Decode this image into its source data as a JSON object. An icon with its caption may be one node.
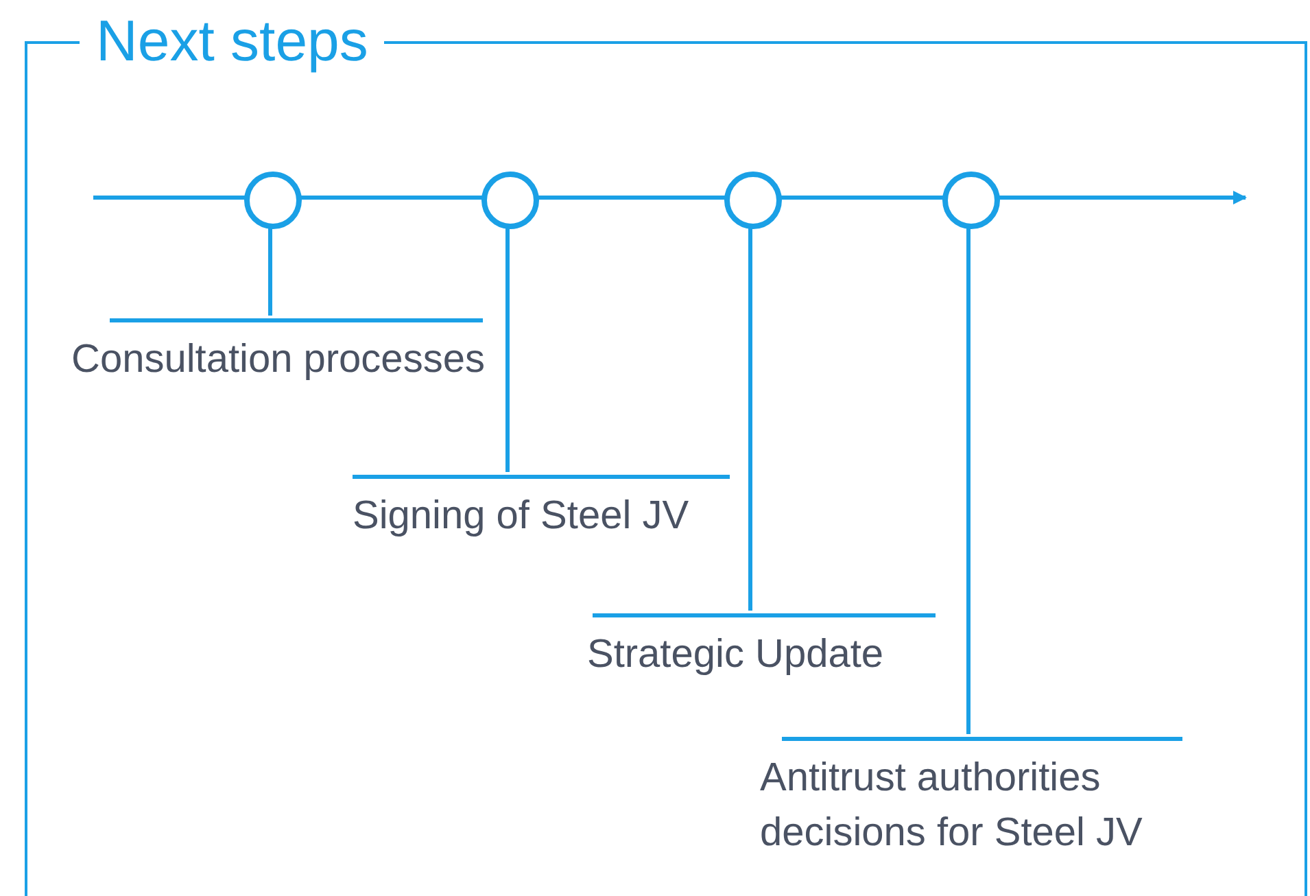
{
  "diagram": {
    "nodes": [
      {
        "text": [
          "Next steps"
        ]
      },
      {
        "text": [],
        "shape": "circle",
        "in": 0
      },
      {
        "text": [],
        "shape": "circle",
        "in": 0
      },
      {
        "text": [],
        "shape": "circle",
        "in": 0
      },
      {
        "text": [],
        "shape": "circle",
        "in": 0
      },
      {
        "text": [
          "Consultation processes"
        ],
        "in": 0
      },
      {
        "text": [
          "Signing of Steel JV"
        ],
        "in": 0
      },
      {
        "text": [
          "Strategic Update"
        ],
        "in": 0
      },
      {
        "text": [
          "Antitrust authorities decisions for Steel JV"
        ],
        "in": 0
      }
    ],
    "edges": [
      {
        "from": 1,
        "to": 5,
        "arrow": "none"
      },
      {
        "from": 2,
        "to": 6,
        "arrow": "none"
      },
      {
        "from": 3,
        "to": 7,
        "arrow": "none"
      },
      {
        "from": 4,
        "to": 8,
        "arrow": "none"
      }
    ]
  }
}
